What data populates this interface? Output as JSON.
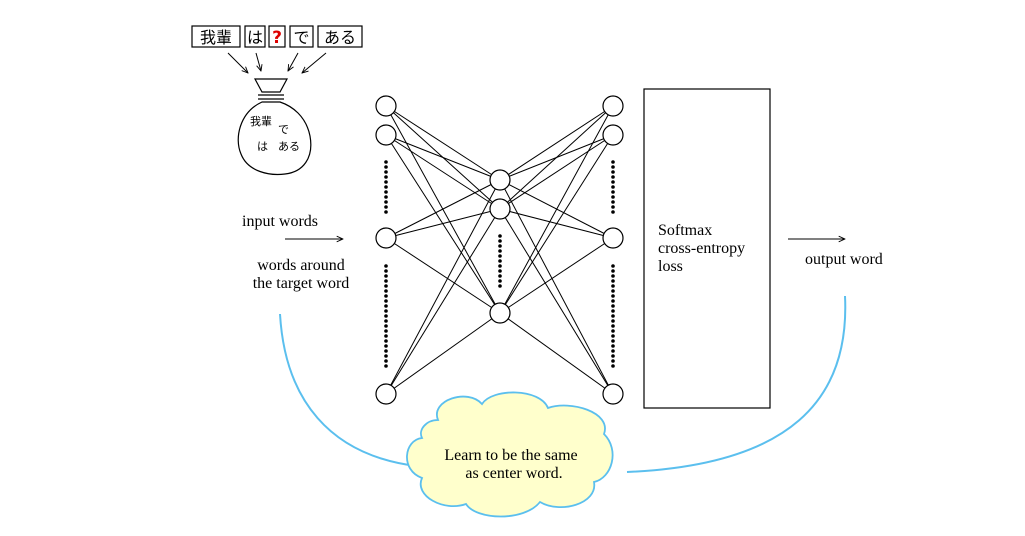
{
  "input_tokens": [
    {
      "text": "我輩",
      "kind": "word"
    },
    {
      "text": "は",
      "kind": "word"
    },
    {
      "text": "?",
      "kind": "target"
    },
    {
      "text": "で",
      "kind": "word"
    },
    {
      "text": "ある",
      "kind": "word"
    }
  ],
  "bag": {
    "line1_a": "我輩",
    "line1_b": "で",
    "line2_a": "は",
    "line2_b": "ある"
  },
  "labels": {
    "input_words": "input words",
    "words_around_1": "words around",
    "words_around_2": "the target word",
    "softmax_1": "Softmax",
    "softmax_2": "cross-entropy",
    "softmax_3": "loss",
    "output_word": "output word",
    "cloud_1": "Learn to be the same",
    "cloud_2": "as center word."
  },
  "colors": {
    "line": "#000000",
    "feedback": "#5bbfee",
    "cloud_fill": "#ffffcc",
    "target_mark": "#dd0000"
  },
  "network": {
    "input_layer_nodes": 4,
    "hidden_layer_nodes": 3,
    "output_layer_nodes": 4
  }
}
